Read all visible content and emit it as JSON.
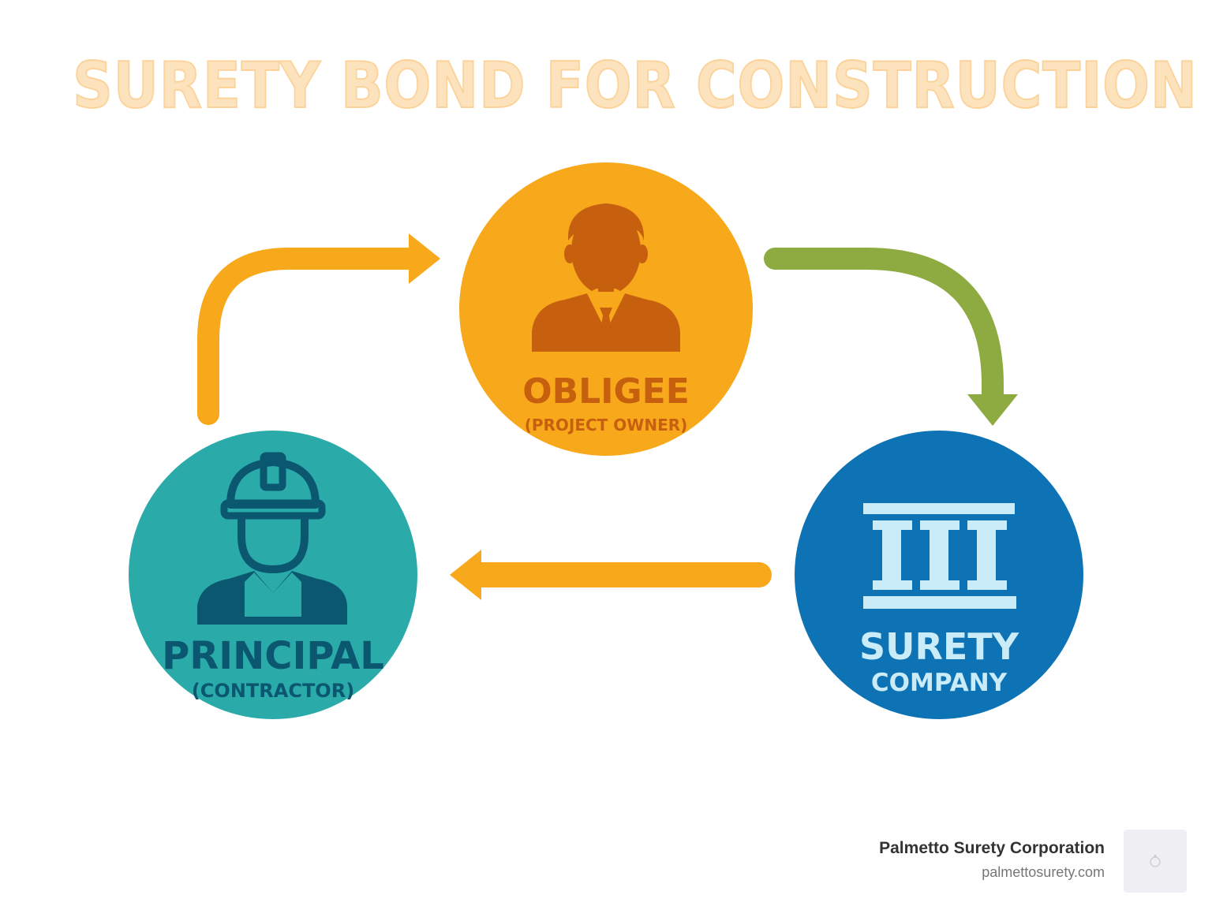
{
  "title": "SURETY BOND FOR CONSTRUCTION",
  "nodes": {
    "obligee": {
      "title": "OBLIGEE",
      "subtitle": "(PROJECT OWNER)",
      "icon": "businessman-icon",
      "color": "#f7a81b",
      "icon_color": "#c7600e"
    },
    "principal": {
      "title": "PRINCIPAL",
      "subtitle": "(CONTRACTOR)",
      "icon": "construction-worker-icon",
      "color": "#2aaba9",
      "icon_color": "#0b5770"
    },
    "surety": {
      "title": "SURETY",
      "subtitle": "COMPANY",
      "icon": "bank-building-icon",
      "color": "#0e73b5",
      "icon_color": "#c9ecf8"
    }
  },
  "arrows": {
    "principal_to_obligee": "#f7a81b",
    "obligee_to_surety": "#8dab41",
    "surety_to_principal": "#f7a81b"
  },
  "brand": {
    "name": "Palmetto Surety Corporation",
    "url": "palmettosurety.com"
  }
}
